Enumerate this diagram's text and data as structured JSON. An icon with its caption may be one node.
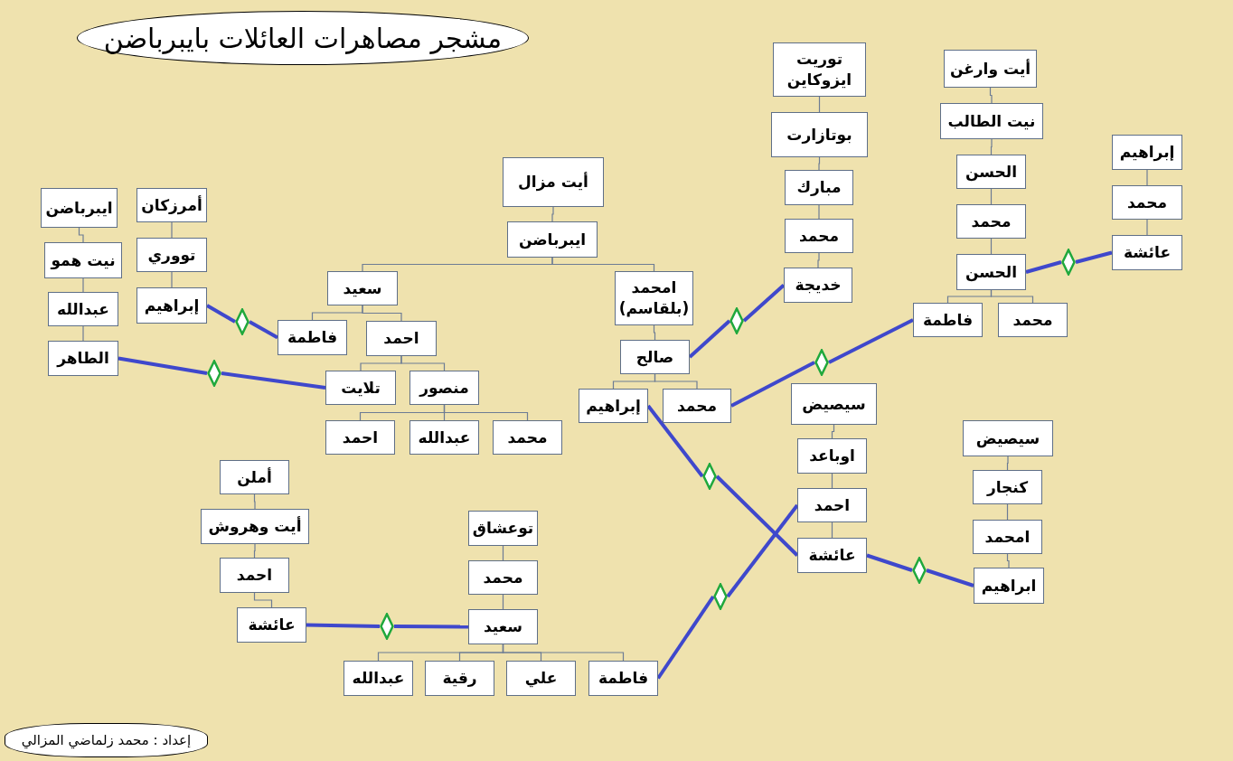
{
  "diagram": {
    "title": "مشجر مصاهرات العائلات بايبرباضن",
    "nodes": [
      {
        "text": [
          "أيت مزال"
        ]
      },
      {
        "text": [
          "ايبرباضن"
        ]
      },
      {
        "text": [
          "سعيد"
        ]
      },
      {
        "text": [
          "فاطمة"
        ]
      },
      {
        "text": [
          "احمد"
        ]
      },
      {
        "text": [
          "تلايت"
        ]
      },
      {
        "text": [
          "منصور"
        ]
      },
      {
        "text": [
          "احمد"
        ]
      },
      {
        "text": [
          "عبدالله"
        ]
      },
      {
        "text": [
          "محمد"
        ]
      },
      {
        "text": [
          "امحمد (بلقاسم)"
        ]
      },
      {
        "text": [
          "صالح"
        ]
      },
      {
        "text": [
          "إبراهيم"
        ]
      },
      {
        "text": [
          "محمد"
        ]
      },
      {
        "text": [
          "ايبرباضن"
        ]
      },
      {
        "text": [
          "نيت همو"
        ]
      },
      {
        "text": [
          "عبدالله"
        ]
      },
      {
        "text": [
          "الطاهر"
        ]
      },
      {
        "text": [
          "أمرزكان"
        ]
      },
      {
        "text": [
          "تووري"
        ]
      },
      {
        "text": [
          "إبراهيم"
        ]
      },
      {
        "text": [
          "توريت ايزوكاين"
        ]
      },
      {
        "text": [
          "بوتازارت"
        ]
      },
      {
        "text": [
          "مبارك"
        ]
      },
      {
        "text": [
          "محمد"
        ]
      },
      {
        "text": [
          "خديجة"
        ]
      },
      {
        "text": [
          "أيت وارغن"
        ]
      },
      {
        "text": [
          "نيت الطالب"
        ]
      },
      {
        "text": [
          "الحسن"
        ]
      },
      {
        "text": [
          "محمد"
        ]
      },
      {
        "text": [
          "الحسن"
        ]
      },
      {
        "text": [
          "فاطمة"
        ]
      },
      {
        "text": [
          "محمد"
        ]
      },
      {
        "text": [
          "إبراهيم"
        ]
      },
      {
        "text": [
          "محمد"
        ]
      },
      {
        "text": [
          "عائشة"
        ]
      },
      {
        "text": [
          "سيصيض"
        ]
      },
      {
        "text": [
          "اوباعد"
        ]
      },
      {
        "text": [
          "احمد"
        ]
      },
      {
        "text": [
          "عائشة"
        ]
      },
      {
        "text": [
          "سيصيض"
        ]
      },
      {
        "text": [
          "كنجار"
        ]
      },
      {
        "text": [
          "امحمد"
        ]
      },
      {
        "text": [
          "ابراهيم"
        ]
      },
      {
        "text": [
          "أملن"
        ]
      },
      {
        "text": [
          "أيت وهروش"
        ]
      },
      {
        "text": [
          "احمد"
        ]
      },
      {
        "text": [
          "عائشة"
        ]
      },
      {
        "text": [
          "توعشاق"
        ]
      },
      {
        "text": [
          "محمد"
        ]
      },
      {
        "text": [
          "سعيد"
        ]
      },
      {
        "text": [
          "عبدالله"
        ]
      },
      {
        "text": [
          "رقية"
        ]
      },
      {
        "text": [
          "علي"
        ]
      },
      {
        "text": [
          "فاطمة"
        ]
      },
      {
        "text": [],
        "shape": "diamond"
      },
      {
        "text": [],
        "shape": "diamond"
      },
      {
        "text": [],
        "shape": "diamond"
      },
      {
        "text": [],
        "shape": "diamond"
      },
      {
        "text": [],
        "shape": "diamond"
      },
      {
        "text": [],
        "shape": "diamond"
      },
      {
        "text": [],
        "shape": "diamond"
      },
      {
        "text": [],
        "shape": "diamond"
      },
      {
        "text": [],
        "shape": "diamond"
      }
    ],
    "edges": [
      {
        "from": 0,
        "to": 1,
        "arrow": "none"
      },
      {
        "from": 1,
        "to": 2,
        "arrow": "none"
      },
      {
        "from": 1,
        "to": 10,
        "arrow": "none"
      },
      {
        "from": 2,
        "to": 3,
        "arrow": "none"
      },
      {
        "from": 2,
        "to": 4,
        "arrow": "none"
      },
      {
        "from": 4,
        "to": 5,
        "arrow": "none"
      },
      {
        "from": 4,
        "to": 6,
        "arrow": "none"
      },
      {
        "from": 6,
        "to": 7,
        "arrow": "none"
      },
      {
        "from": 6,
        "to": 8,
        "arrow": "none"
      },
      {
        "from": 6,
        "to": 9,
        "arrow": "none"
      },
      {
        "from": 10,
        "to": 11,
        "arrow": "none"
      },
      {
        "from": 11,
        "to": 12,
        "arrow": "none"
      },
      {
        "from": 11,
        "to": 13,
        "arrow": "none"
      },
      {
        "from": 14,
        "to": 15,
        "arrow": "none"
      },
      {
        "from": 15,
        "to": 16,
        "arrow": "none"
      },
      {
        "from": 16,
        "to": 17,
        "arrow": "none"
      },
      {
        "from": 18,
        "to": 19,
        "arrow": "none"
      },
      {
        "from": 19,
        "to": 20,
        "arrow": "none"
      },
      {
        "from": 21,
        "to": 22,
        "arrow": "none"
      },
      {
        "from": 22,
        "to": 23,
        "arrow": "none"
      },
      {
        "from": 23,
        "to": 24,
        "arrow": "none"
      },
      {
        "from": 24,
        "to": 25,
        "arrow": "none"
      },
      {
        "from": 26,
        "to": 27,
        "arrow": "none"
      },
      {
        "from": 27,
        "to": 28,
        "arrow": "none"
      },
      {
        "from": 28,
        "to": 29,
        "arrow": "none"
      },
      {
        "from": 29,
        "to": 30,
        "arrow": "none"
      },
      {
        "from": 30,
        "to": 31,
        "arrow": "none"
      },
      {
        "from": 30,
        "to": 32,
        "arrow": "none"
      },
      {
        "from": 33,
        "to": 34,
        "arrow": "none"
      },
      {
        "from": 34,
        "to": 35,
        "arrow": "none"
      },
      {
        "from": 36,
        "to": 37,
        "arrow": "none"
      },
      {
        "from": 37,
        "to": 38,
        "arrow": "none"
      },
      {
        "from": 38,
        "to": 39,
        "arrow": "none"
      },
      {
        "from": 40,
        "to": 41,
        "arrow": "none"
      },
      {
        "from": 41,
        "to": 42,
        "arrow": "none"
      },
      {
        "from": 42,
        "to": 43,
        "arrow": "none"
      },
      {
        "from": 44,
        "to": 45,
        "arrow": "none"
      },
      {
        "from": 45,
        "to": 46,
        "arrow": "none"
      },
      {
        "from": 46,
        "to": 47,
        "arrow": "none"
      },
      {
        "from": 48,
        "to": 49,
        "arrow": "none"
      },
      {
        "from": 49,
        "to": 50,
        "arrow": "none"
      },
      {
        "from": 50,
        "to": 51,
        "arrow": "none"
      },
      {
        "from": 50,
        "to": 52,
        "arrow": "none"
      },
      {
        "from": 50,
        "to": 53,
        "arrow": "none"
      },
      {
        "from": 50,
        "to": 54,
        "arrow": "none"
      },
      {
        "from": 20,
        "to": 55,
        "arrow": "none",
        "style": "thick",
        "color": "#3f48cc"
      },
      {
        "from": 55,
        "to": 3,
        "arrow": "none",
        "style": "thick",
        "color": "#3f48cc"
      },
      {
        "from": 17,
        "to": 56,
        "arrow": "none",
        "style": "thick",
        "color": "#3f48cc"
      },
      {
        "from": 56,
        "to": 5,
        "arrow": "none",
        "style": "thick",
        "color": "#3f48cc"
      },
      {
        "from": 11,
        "to": 57,
        "arrow": "none",
        "style": "thick",
        "color": "#3f48cc"
      },
      {
        "from": 57,
        "to": 25,
        "arrow": "none",
        "style": "thick",
        "color": "#3f48cc"
      },
      {
        "from": 13,
        "to": 58,
        "arrow": "none",
        "style": "thick",
        "color": "#3f48cc"
      },
      {
        "from": 58,
        "to": 31,
        "arrow": "none",
        "style": "thick",
        "color": "#3f48cc"
      },
      {
        "from": 30,
        "to": 59,
        "arrow": "none",
        "style": "thick",
        "color": "#3f48cc"
      },
      {
        "from": 59,
        "to": 35,
        "arrow": "none",
        "style": "thick",
        "color": "#3f48cc"
      },
      {
        "from": 12,
        "to": 60,
        "arrow": "none",
        "style": "thick",
        "color": "#3f48cc"
      },
      {
        "from": 60,
        "to": 39,
        "arrow": "none",
        "style": "thick",
        "color": "#3f48cc"
      },
      {
        "from": 54,
        "to": 61,
        "arrow": "none",
        "style": "thick",
        "color": "#3f48cc"
      },
      {
        "from": 61,
        "to": 38,
        "arrow": "none",
        "style": "thick",
        "color": "#3f48cc"
      },
      {
        "from": 39,
        "to": 62,
        "arrow": "none",
        "style": "thick",
        "color": "#3f48cc"
      },
      {
        "from": 62,
        "to": 43,
        "arrow": "none",
        "style": "thick",
        "color": "#3f48cc"
      },
      {
        "from": 47,
        "to": 63,
        "arrow": "none",
        "style": "thick",
        "color": "#3f48cc"
      },
      {
        "from": 63,
        "to": 50,
        "arrow": "none",
        "style": "thick",
        "color": "#3f48cc"
      }
    ],
    "labels": [
      "إعداد : محمد زلماضي المزالي"
    ]
  }
}
